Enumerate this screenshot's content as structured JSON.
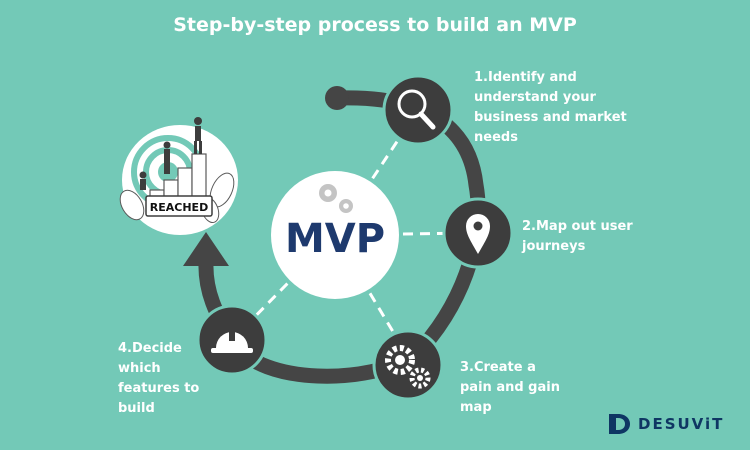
{
  "title": "Step-by-step process to build an MVP",
  "center_label": "MVP",
  "goal_label": "REACHED",
  "steps": [
    {
      "label": "1.Identify and understand your business and market needs",
      "icon": "magnifier-icon"
    },
    {
      "label": "2.Map out user journeys",
      "icon": "location-pin-icon"
    },
    {
      "label": "3.Create a pain and gain map",
      "icon": "gears-icon"
    },
    {
      "label": "4.Decide which features to build",
      "icon": "hard-hat-icon"
    }
  ],
  "brand": "DESUViT",
  "colors": {
    "background": "#73c9b7",
    "node": "#3d3d3d",
    "cycle": "#454545",
    "center_text": "#1e3a6e",
    "brand": "#0f3663"
  }
}
